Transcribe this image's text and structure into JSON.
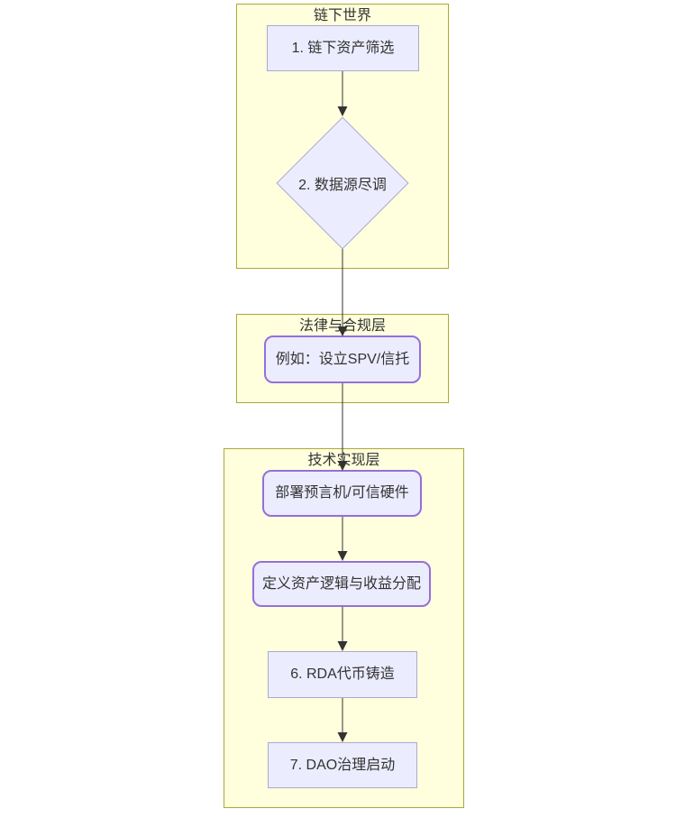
{
  "diagram": {
    "type": "flowchart",
    "direction": "top-down",
    "clusters": [
      {
        "id": "offchain",
        "title": "链下世界",
        "nodes": [
          {
            "id": "n1",
            "shape": "rect",
            "label": "1. 链下资产筛选"
          },
          {
            "id": "n2",
            "shape": "diamond",
            "label": "2. 数据源尽调"
          }
        ]
      },
      {
        "id": "legal",
        "title": "法律与合规层",
        "nodes": [
          {
            "id": "n3",
            "shape": "rounded",
            "label": "例如：设立SPV/信托"
          }
        ]
      },
      {
        "id": "tech",
        "title": "技术实现层",
        "nodes": [
          {
            "id": "n4",
            "shape": "rounded",
            "label": "部署预言机/可信硬件"
          },
          {
            "id": "n5",
            "shape": "rounded",
            "label": "定义资产逻辑与收益分配"
          },
          {
            "id": "n6",
            "shape": "rect",
            "label": "6. RDA代币铸造"
          },
          {
            "id": "n7",
            "shape": "rect",
            "label": "7. DAO治理启动"
          }
        ]
      }
    ],
    "edges": [
      {
        "from": "n1",
        "to": "n2"
      },
      {
        "from": "n2",
        "to": "n3"
      },
      {
        "from": "n3",
        "to": "n4"
      },
      {
        "from": "n4",
        "to": "n5"
      },
      {
        "from": "n5",
        "to": "n6"
      },
      {
        "from": "n6",
        "to": "n7"
      }
    ],
    "colors": {
      "node_fill": "#ECECFF",
      "node_border": "#9370DB",
      "node_border_light": "#a9a9d2",
      "cluster_fill": "#ffffde",
      "cluster_border": "#aaaa33",
      "text": "#333333",
      "arrow": "#333333"
    }
  }
}
